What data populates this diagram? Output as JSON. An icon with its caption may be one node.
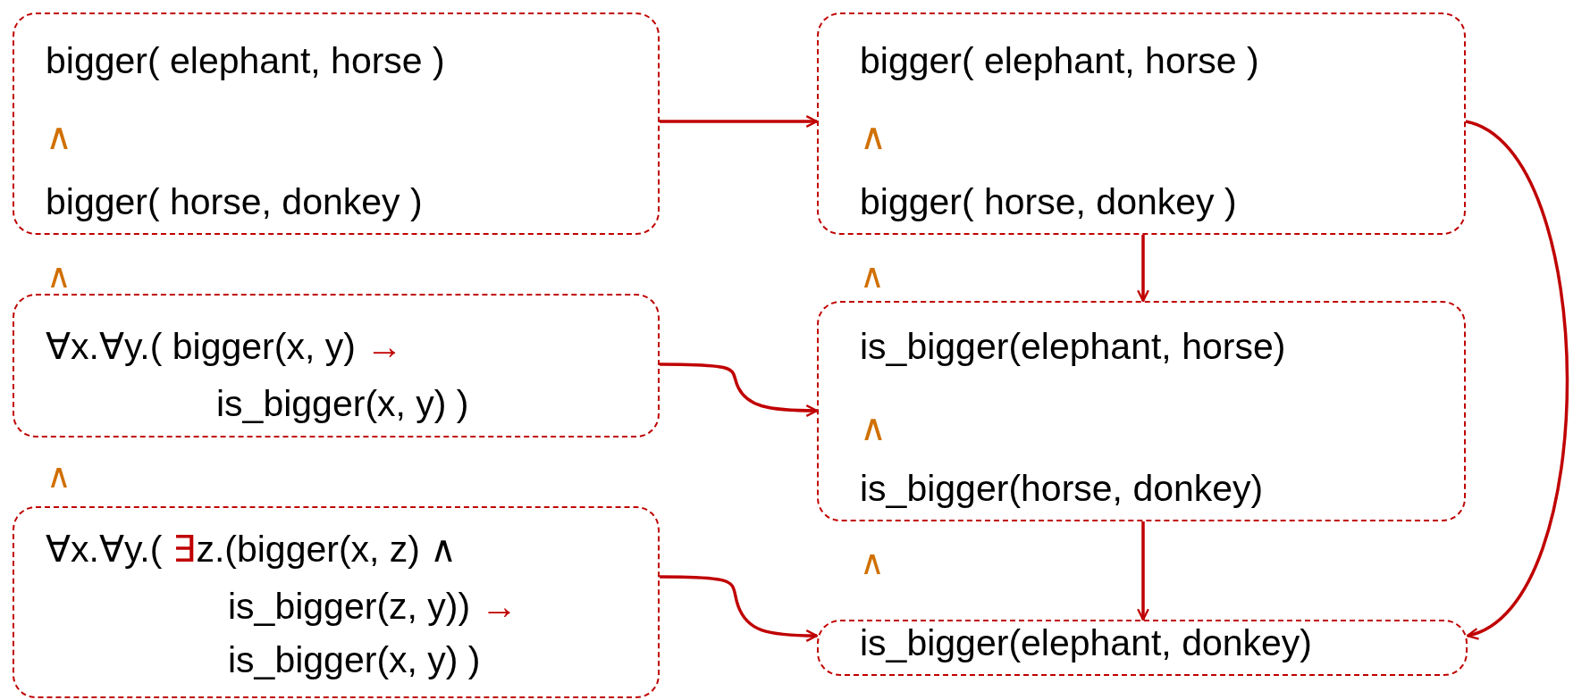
{
  "diagram": {
    "nodes": [
      {
        "text": [
          "bigger( elephant, horse )",
          "∧",
          "bigger( horse, donkey )"
        ]
      },
      {
        "text": [
          "∀x.∀y.( bigger(x, y)",
          "→",
          "is_bigger(x, y) )"
        ]
      },
      {
        "text": [
          "∀x.∀y.(",
          "∃",
          "z.(bigger(x, z) ∧",
          "is_bigger(z, y))",
          "→",
          "is_bigger(x, y) )"
        ]
      },
      {
        "text": [
          "bigger( elephant, horse )",
          "∧",
          "bigger( horse, donkey )"
        ]
      },
      {
        "text": [
          "is_bigger(elephant, horse)",
          "∧",
          "is_bigger(horse, donkey)"
        ]
      },
      {
        "text": [
          "is_bigger(elephant, donkey)"
        ]
      }
    ],
    "edges": [
      {
        "from": 0,
        "to": 3,
        "arrow": "to"
      },
      {
        "from": 1,
        "to": 4,
        "arrow": "to"
      },
      {
        "from": 2,
        "to": 5,
        "arrow": "to"
      },
      {
        "from": 3,
        "to": 4,
        "arrow": "to"
      },
      {
        "from": 4,
        "to": 5,
        "arrow": "to"
      },
      {
        "from": 3,
        "to": 5,
        "arrow": "to"
      }
    ],
    "labels": [
      "∧",
      "∧",
      "∧",
      "∧"
    ]
  }
}
